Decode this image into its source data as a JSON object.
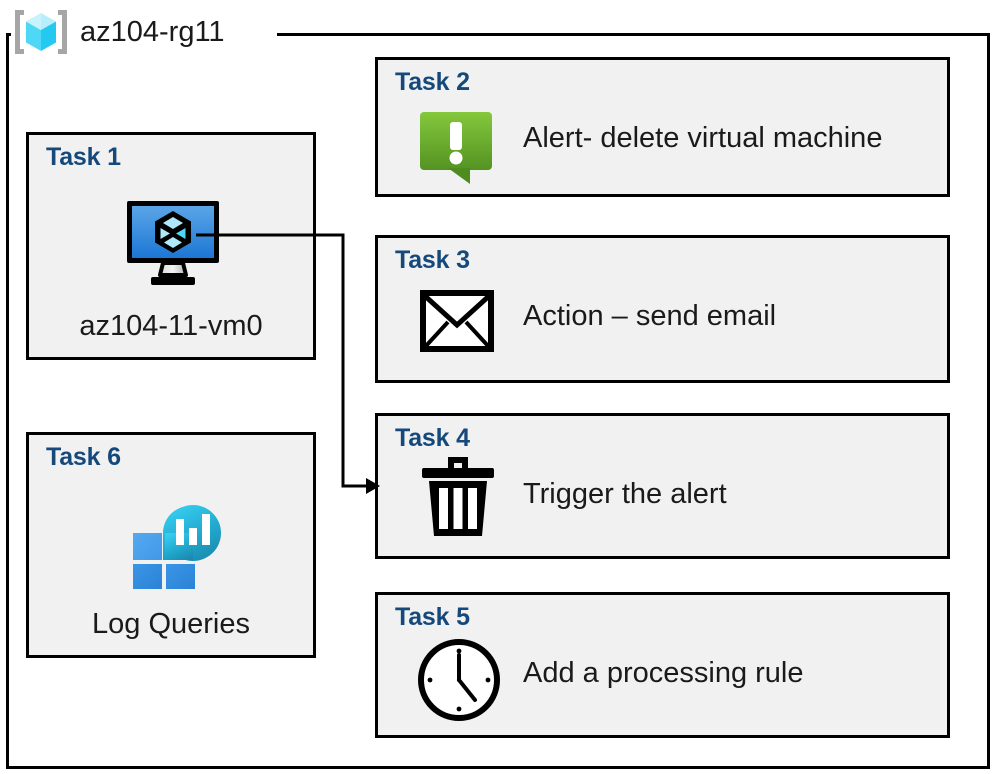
{
  "resource_group": {
    "name": "az104-rg11",
    "icon": "resource-group-cube-icon"
  },
  "cards": {
    "task1": {
      "title": "Task 1",
      "caption": "az104-11-vm0",
      "icon": "virtual-machine-icon"
    },
    "task2": {
      "title": "Task 2",
      "label": "Alert- delete virtual machine",
      "icon": "alert-exclamation-icon"
    },
    "task3": {
      "title": "Task 3",
      "label": "Action – send email",
      "icon": "envelope-icon"
    },
    "task4": {
      "title": "Task 4",
      "label": "Trigger the alert",
      "icon": "trash-bin-icon"
    },
    "task5": {
      "title": "Task 5",
      "label": "Add a processing rule",
      "icon": "clock-icon"
    },
    "task6": {
      "title": "Task 6",
      "caption": "Log Queries",
      "icon": "log-analytics-icon"
    }
  },
  "connector": {
    "from": "task1-vm-icon",
    "to": "task4-card",
    "arrow": "arrowhead-right-icon"
  },
  "colors": {
    "card_background": "#f1f1f1",
    "card_border": "#000000",
    "task_title": "#15497b",
    "body_text": "#1a1a1a",
    "alert_green_light": "#7cbf34",
    "alert_green_dark": "#5a9a26",
    "vm_blue_light": "#5ba5e8",
    "vm_blue_dark": "#1c77d4",
    "log_square_light": "#4ba1ee",
    "log_square_mid": "#2c8ce0",
    "log_blob_light": "#32c5e8",
    "log_blob_dark": "#1b8ab0",
    "rg_cube_light": "#b8eefb",
    "rg_cube_mid": "#4fd8f5",
    "rg_cube_dark": "#23c9f0",
    "rg_bracket": "#a6a6a6"
  }
}
